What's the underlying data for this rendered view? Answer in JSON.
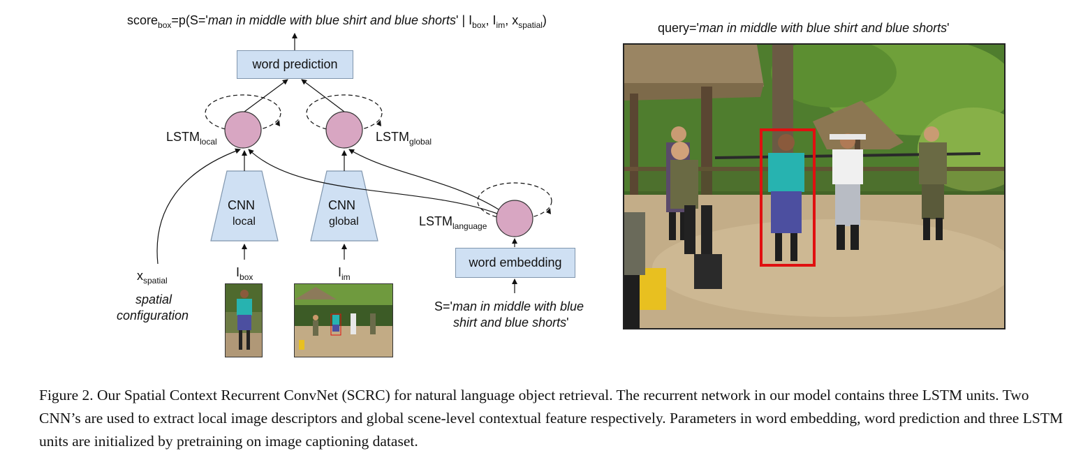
{
  "diagram": {
    "score_prefix": "score",
    "score_sub_box": "box",
    "score_eq": "=p(S='",
    "score_query": "man in middle with blue shirt and blue shorts",
    "score_given": "' | I",
    "score_sub_box2": "box",
    "score_sep1": ", I",
    "score_sub_im": "im",
    "score_sep2": ", x",
    "score_sub_spatial": "spatial",
    "score_close": ")",
    "word_prediction": "word prediction",
    "lstm_local_main": "LSTM",
    "lstm_local_sub": "local",
    "lstm_global_main": "LSTM",
    "lstm_global_sub": "global",
    "lstm_language_main": "LSTM",
    "lstm_language_sub": "language",
    "cnn_local_title": "CNN",
    "cnn_local_sub": "local",
    "cnn_global_title": "CNN",
    "cnn_global_sub": "global",
    "word_embedding": "word embedding",
    "x_spatial_main": "x",
    "x_spatial_sub": "spatial",
    "spatial_config_line1": "spatial",
    "spatial_config_line2": "configuration",
    "i_box_main": "I",
    "i_box_sub": "box",
    "i_im_main": "I",
    "i_im_sub": "im",
    "sentence_prefix": "S='",
    "sentence_line1": "man in middle with blue",
    "sentence_line2": "shirt and blue shorts",
    "sentence_suffix": "'"
  },
  "photo_panel": {
    "query_prefix": "query='",
    "query_text": "man in middle with blue shirt and blue shorts",
    "query_suffix": "'"
  },
  "caption": {
    "text": "Figure 2. Our Spatial Context Recurrent ConvNet (SCRC) for natural language object retrieval. The recurrent network in our model contains three LSTM units. Two CNN’s are used to extract local image descriptors and global scene-level contextual feature respectively. Parameters in word embedding, word prediction and three LSTM units are initialized by pretraining on image captioning dataset."
  },
  "colors": {
    "box_fill": "#cfe0f3",
    "lstm_fill": "#d8a6c2",
    "highlight_box": "#e01010"
  }
}
